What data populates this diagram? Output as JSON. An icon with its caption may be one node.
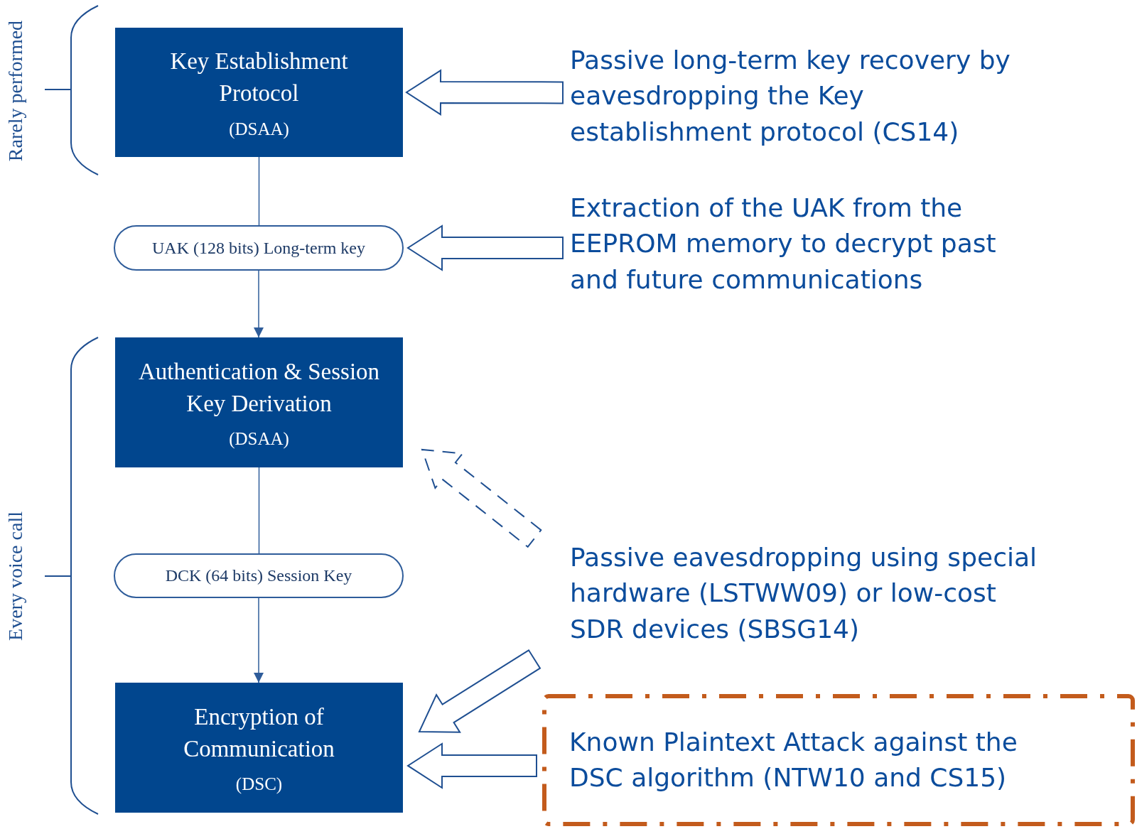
{
  "diagram": {
    "nodes": [
      {
        "text": [
          "Key Establishment Protocol",
          "(DSAA)"
        ]
      },
      {
        "text": [
          "UAK (128 bits) Long-term key"
        ]
      },
      {
        "text": [
          "Authentication & Session Key Derivation",
          "(DSAA)"
        ]
      },
      {
        "text": [
          "DCK (64 bits) Session Key"
        ]
      },
      {
        "text": [
          "Encryption of Communication",
          "(DSC)"
        ]
      },
      {
        "text": [
          "Passive long-term key recovery by eavesdropping the Key establishment protocol (CS14)"
        ]
      },
      {
        "text": [
          "Extraction of the UAK from the EEPROM memory to decrypt past and future communications"
        ]
      },
      {
        "text": [
          "Passive eavesdropping using special hardware (LSTWW09) or low-cost SDR devices (SBSG14)"
        ]
      },
      {
        "text": [
          "Known Plaintext Attack against the DSC algorithm (NTW10 and CS15)"
        ]
      }
    ],
    "edges": [
      {
        "from": 0,
        "to": 1,
        "arrow": "none"
      },
      {
        "from": 1,
        "to": 2,
        "arrow": "to"
      },
      {
        "from": 2,
        "to": 3,
        "arrow": "none"
      },
      {
        "from": 3,
        "to": 4,
        "arrow": "to"
      },
      {
        "from": 5,
        "to": 0,
        "arrow": "to"
      },
      {
        "from": 6,
        "to": 1,
        "arrow": "to"
      },
      {
        "from": 7,
        "to": 2,
        "arrow": "to",
        "style": "dashed"
      },
      {
        "from": 7,
        "to": 4,
        "arrow": "to"
      },
      {
        "from": 8,
        "to": 4,
        "arrow": "to"
      }
    ],
    "labels": [
      "Rarely performed",
      "Every voice call"
    ]
  }
}
